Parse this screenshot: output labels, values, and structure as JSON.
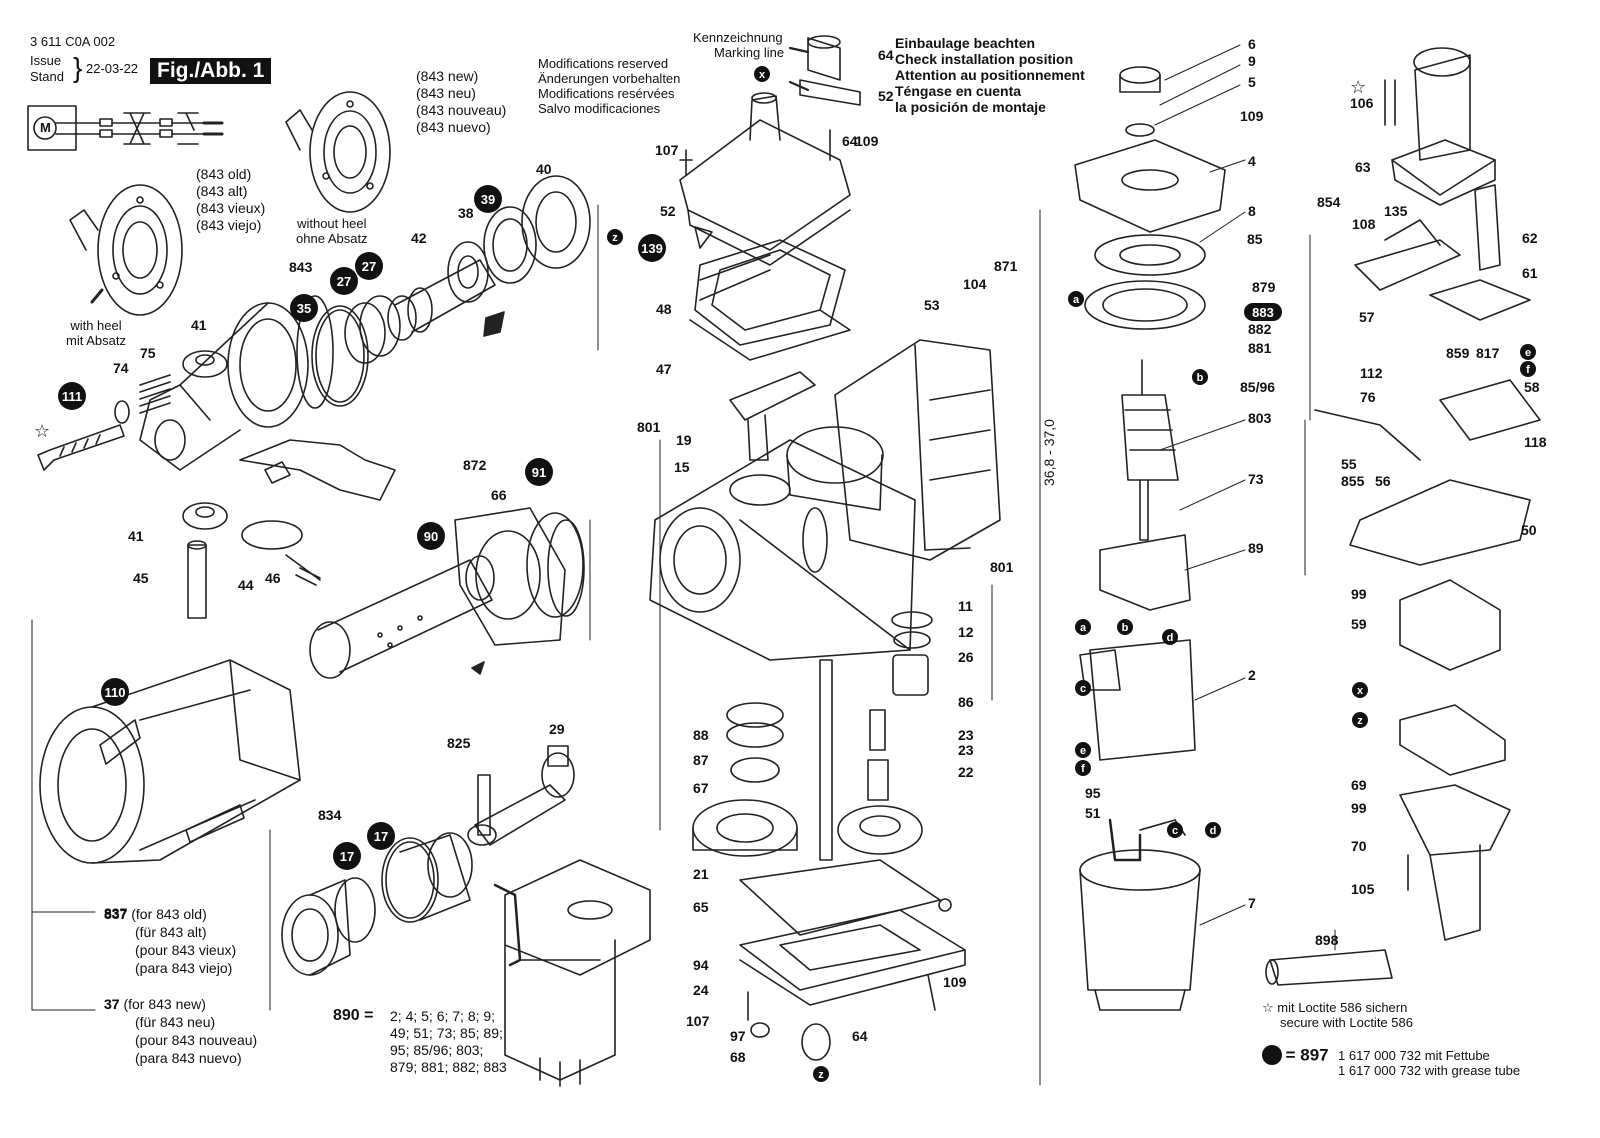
{
  "header": {
    "doc_number": "3 611 C0A 002",
    "issue_label": "Issue",
    "stand_label": "Stand",
    "date": "22-03-22",
    "fig": "Fig./Abb. 1"
  },
  "motor_symbol": "M",
  "notes": {
    "marking_line_de": "Kennzeichnung",
    "marking_line_en": "Marking line",
    "install_lines": [
      "Einbaulage beachten",
      "Check installation position",
      "Attention au positionnement",
      "Téngase en cuenta",
      "la posición de montaje"
    ],
    "modifications": [
      "Modifications reserved",
      "Änderungen vorbehalten",
      "Modifications resérvées",
      "Salvo modificaciones"
    ],
    "new_variants": [
      "(843 new)",
      "(843 neu)",
      "(843 nouveau)",
      "(843 nuevo)"
    ],
    "old_variants": [
      "(843 old)",
      "(843 alt)",
      "(843 vieux)",
      "(843 viejo)"
    ],
    "without_heel": [
      "without heel",
      "ohne Absatz"
    ],
    "with_heel": [
      "with heel",
      "mit Absatz"
    ],
    "p837": [
      "(for 843 old)",
      "(für 843 alt)",
      "(pour 843 vieux)",
      "(para 843 viejo)"
    ],
    "p37": [
      "(for 843 new)",
      "(für 843 neu)",
      "(pour 843 nouveau)",
      "(para 843 nuevo)"
    ],
    "set890_label": "890 =",
    "set890_lines": [
      "2; 4; 5; 6; 7; 8; 9;",
      "49; 51; 73; 85; 89;",
      "95; 85/96; 803;",
      "879; 881; 882; 883"
    ],
    "dimension": "36,8 - 37,0",
    "loctite_de": "mit Loctite 586 sichern",
    "loctite_en": "secure with Loctite 586",
    "grease_label": "= 897",
    "grease_de": "1 617 000 732 mit Fettube",
    "grease_en": "1 617 000 732 with grease tube"
  },
  "labels": [
    {
      "t": "64",
      "b": true
    },
    {
      "t": "52",
      "b": true
    },
    {
      "t": "6",
      "b": true
    },
    {
      "t": "9",
      "b": true
    },
    {
      "t": "5",
      "b": true
    },
    {
      "t": "109",
      "b": true
    },
    {
      "t": "4",
      "b": true
    },
    {
      "t": "64",
      "b": true
    },
    {
      "t": "109",
      "b": true
    },
    {
      "t": "107",
      "b": true
    },
    {
      "t": "52",
      "b": true
    },
    {
      "t": "40",
      "b": true
    },
    {
      "t": "38",
      "b": true
    },
    {
      "t": "42",
      "b": true
    },
    {
      "t": "843",
      "b": true
    },
    {
      "t": "41",
      "b": true
    },
    {
      "t": "75",
      "b": true
    },
    {
      "t": "74",
      "b": true
    },
    {
      "t": "41",
      "b": true
    },
    {
      "t": "45",
      "b": true
    },
    {
      "t": "44",
      "b": true
    },
    {
      "t": "46",
      "b": true
    },
    {
      "t": "872",
      "b": true
    },
    {
      "t": "66",
      "b": true
    },
    {
      "t": "48",
      "b": true
    },
    {
      "t": "47",
      "b": true
    },
    {
      "t": "19",
      "b": true
    },
    {
      "t": "801",
      "b": true
    },
    {
      "t": "15",
      "b": true
    },
    {
      "t": "53",
      "b": true
    },
    {
      "t": "104",
      "b": true
    },
    {
      "t": "871",
      "b": true
    },
    {
      "t": "8",
      "b": true
    },
    {
      "t": "85",
      "b": true
    },
    {
      "t": "879",
      "b": true
    },
    {
      "t": "882",
      "b": true
    },
    {
      "t": "881",
      "b": true
    },
    {
      "t": "85/96",
      "b": true
    },
    {
      "t": "803",
      "b": true
    },
    {
      "t": "73",
      "b": true
    },
    {
      "t": "89",
      "b": true
    },
    {
      "t": "2",
      "b": true
    },
    {
      "t": "95",
      "b": true
    },
    {
      "t": "51",
      "b": true
    },
    {
      "t": "7",
      "b": true
    },
    {
      "t": "801",
      "b": true
    },
    {
      "t": "11",
      "b": true
    },
    {
      "t": "12",
      "b": true
    },
    {
      "t": "26",
      "b": true
    },
    {
      "t": "86",
      "b": true
    },
    {
      "t": "23",
      "b": true
    },
    {
      "t": "23",
      "b": true
    },
    {
      "t": "22",
      "b": true
    },
    {
      "t": "88",
      "b": true
    },
    {
      "t": "87",
      "b": true
    },
    {
      "t": "67",
      "b": true
    },
    {
      "t": "21",
      "b": true
    },
    {
      "t": "65",
      "b": true
    },
    {
      "t": "94",
      "b": true
    },
    {
      "t": "24",
      "b": true
    },
    {
      "t": "107",
      "b": true
    },
    {
      "t": "97",
      "b": true
    },
    {
      "t": "68",
      "b": true
    },
    {
      "t": "64",
      "b": true
    },
    {
      "t": "109",
      "b": true
    },
    {
      "t": "825",
      "b": true
    },
    {
      "t": "29",
      "b": true
    },
    {
      "t": "834",
      "b": true
    },
    {
      "t": "837",
      "b": true
    },
    {
      "t": "37",
      "b": true
    },
    {
      "t": "106",
      "b": true
    },
    {
      "t": "63",
      "b": true
    },
    {
      "t": "854",
      "b": true
    },
    {
      "t": "108",
      "b": true
    },
    {
      "t": "135",
      "b": true
    },
    {
      "t": "62",
      "b": true
    },
    {
      "t": "61",
      "b": true
    },
    {
      "t": "57",
      "b": true
    },
    {
      "t": "859",
      "b": true
    },
    {
      "t": "817",
      "b": true
    },
    {
      "t": "112",
      "b": true
    },
    {
      "t": "76",
      "b": true
    },
    {
      "t": "58",
      "b": true
    },
    {
      "t": "118",
      "b": true
    },
    {
      "t": "55",
      "b": true
    },
    {
      "t": "855",
      "b": true
    },
    {
      "t": "56",
      "b": true
    },
    {
      "t": "50",
      "b": true
    },
    {
      "t": "99",
      "b": true
    },
    {
      "t": "59",
      "b": true
    },
    {
      "t": "69",
      "b": true
    },
    {
      "t": "99",
      "b": true
    },
    {
      "t": "70",
      "b": true
    },
    {
      "t": "105",
      "b": true
    },
    {
      "t": "898",
      "b": true
    }
  ],
  "grease_points": [
    "139",
    "39",
    "27",
    "27",
    "35",
    "111",
    "91",
    "90",
    "110",
    "17",
    "17",
    "883"
  ],
  "circle_markers": [
    "x",
    "z",
    "a",
    "b",
    "e",
    "f",
    "a",
    "b",
    "d",
    "c",
    "e",
    "f",
    "c",
    "d",
    "x",
    "z",
    "z"
  ]
}
